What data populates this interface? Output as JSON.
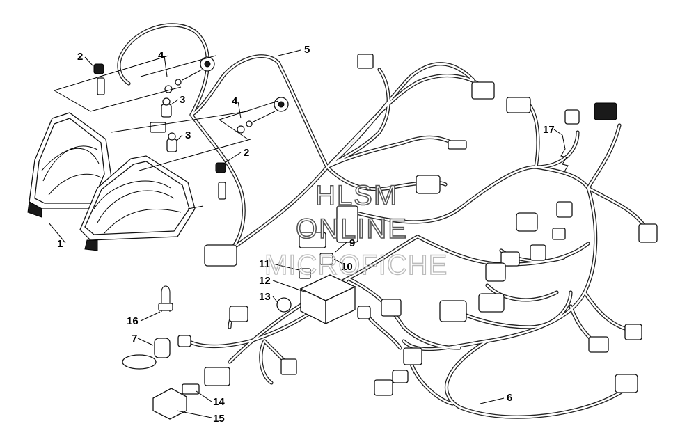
{
  "watermark": {
    "line1": "HLSM",
    "line2": "ONLINE",
    "line3": "MICROFICHE"
  },
  "callouts": [
    {
      "id": "c1",
      "text": "1"
    },
    {
      "id": "c2a",
      "text": "2"
    },
    {
      "id": "c2b",
      "text": "2"
    },
    {
      "id": "c3a",
      "text": "3"
    },
    {
      "id": "c3b",
      "text": "3"
    },
    {
      "id": "c4a",
      "text": "4"
    },
    {
      "id": "c4b",
      "text": "4"
    },
    {
      "id": "c5",
      "text": "5"
    },
    {
      "id": "c6",
      "text": "6"
    },
    {
      "id": "c7",
      "text": "7"
    },
    {
      "id": "c9",
      "text": "9"
    },
    {
      "id": "c10",
      "text": "10"
    },
    {
      "id": "c11",
      "text": "11"
    },
    {
      "id": "c12",
      "text": "12"
    },
    {
      "id": "c13",
      "text": "13"
    },
    {
      "id": "c14",
      "text": "14"
    },
    {
      "id": "c15",
      "text": "15"
    },
    {
      "id": "c16",
      "text": "16"
    },
    {
      "id": "c17",
      "text": "17"
    }
  ]
}
